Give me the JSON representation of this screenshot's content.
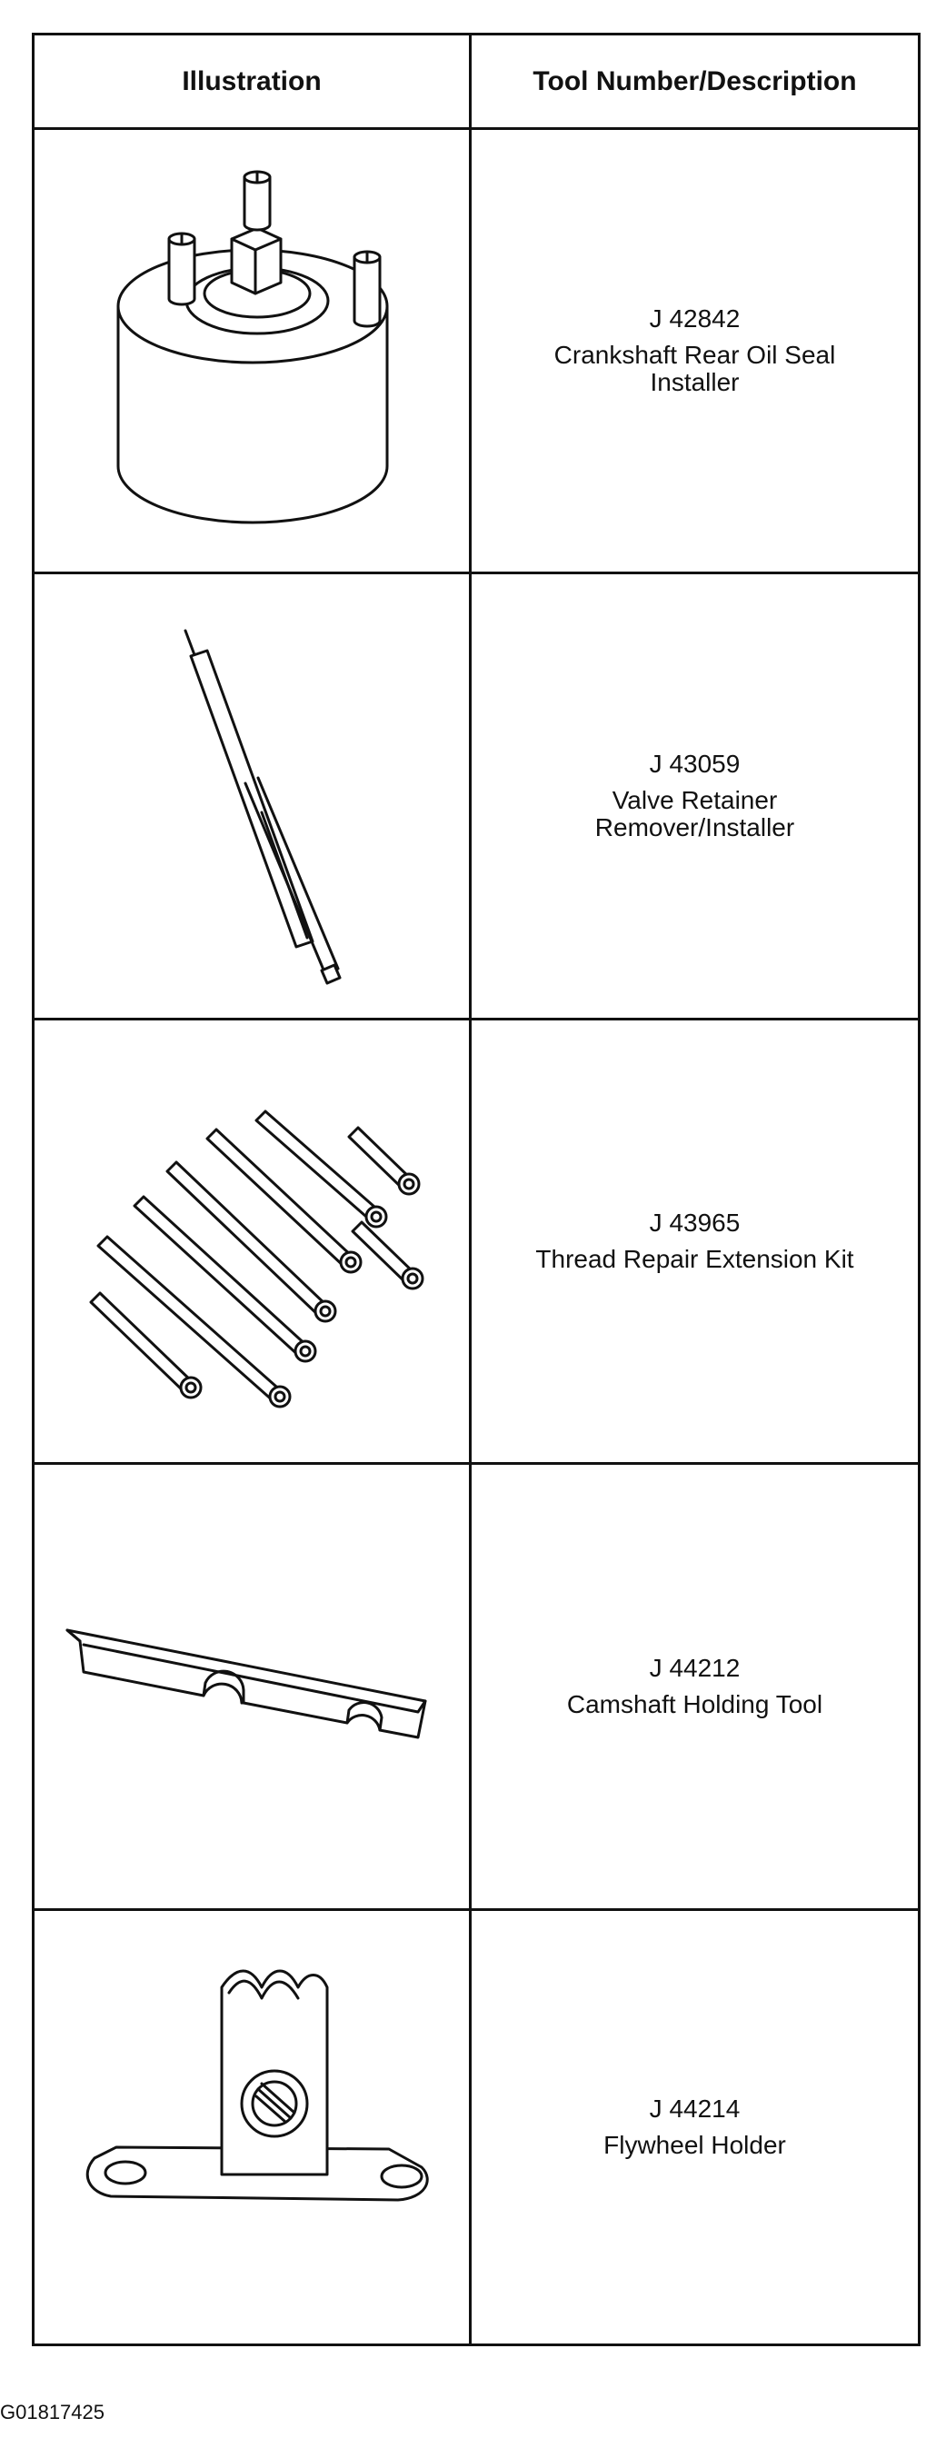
{
  "table": {
    "headers": {
      "illustration": "Illustration",
      "tool": "Tool Number/Description"
    },
    "rows": [
      {
        "number": "J 42842",
        "desc1": "Crankshaft Rear Oil Seal",
        "desc2": "Installer",
        "illustration_icon": "rear-oil-seal-installer-icon"
      },
      {
        "number": "J 43059",
        "desc1": "Valve Retainer",
        "desc2": "Remover/Installer",
        "illustration_icon": "valve-retainer-tool-icon"
      },
      {
        "number": "J 43965",
        "desc1": "Thread Repair Extension Kit",
        "desc2": "",
        "illustration_icon": "thread-repair-extensions-icon"
      },
      {
        "number": "J 44212",
        "desc1": "Camshaft Holding Tool",
        "desc2": "",
        "illustration_icon": "camshaft-holding-tool-icon"
      },
      {
        "number": "J 44214",
        "desc1": "Flywheel Holder",
        "desc2": "",
        "illustration_icon": "flywheel-holder-icon"
      }
    ]
  },
  "footer": {
    "code": "G01817425"
  }
}
